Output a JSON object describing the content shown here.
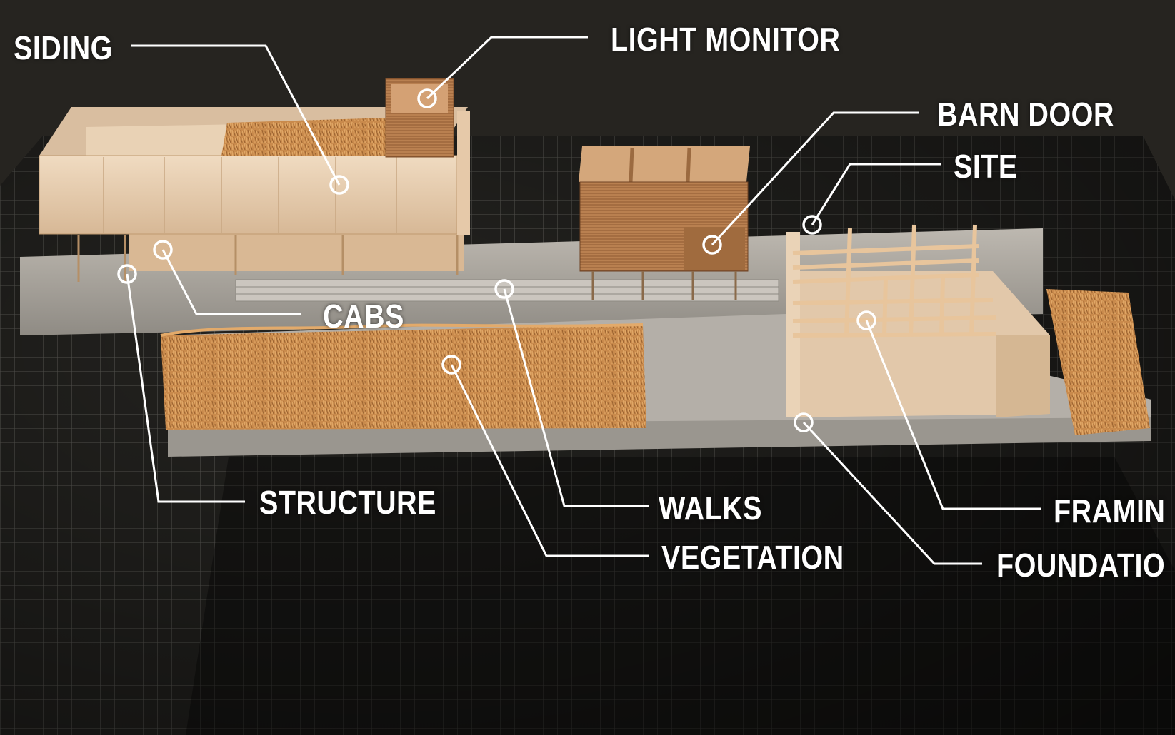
{
  "callouts": [
    {
      "id": "siding",
      "label": "SIDING"
    },
    {
      "id": "light_monitor",
      "label": "LIGHT MONITOR"
    },
    {
      "id": "barn_door",
      "label": "BARN DOOR"
    },
    {
      "id": "site",
      "label": "SITE"
    },
    {
      "id": "cabs",
      "label": "CABS"
    },
    {
      "id": "structure",
      "label": "STRUCTURE"
    },
    {
      "id": "walks",
      "label": "WALKS"
    },
    {
      "id": "vegetation",
      "label": "VEGETATION"
    },
    {
      "id": "framing",
      "label": "FRAMIN"
    },
    {
      "id": "foundation",
      "label": "FOUNDATIO"
    }
  ],
  "colors": {
    "background": "#1b1a18",
    "cutting_mat": "#232220",
    "grid": "#6d6c66",
    "basswood": "#e6c9a9",
    "board": "#a8a49d",
    "grass": "#c98a4c",
    "callout": "#ffffff"
  }
}
